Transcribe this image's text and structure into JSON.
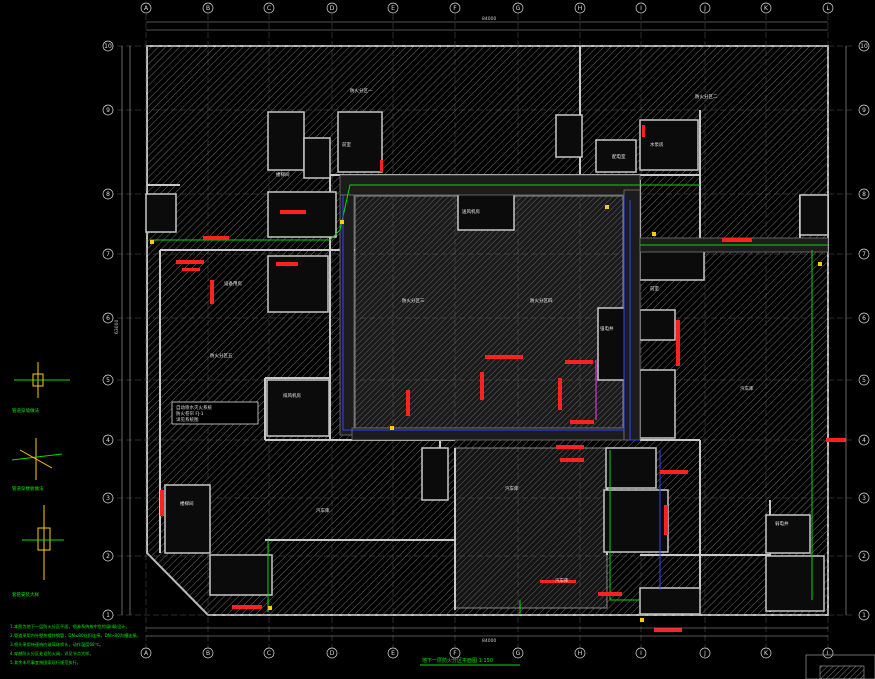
{
  "drawing": {
    "title": "地下一层防火分区平面图 1:150",
    "column_axes": [
      "A",
      "B",
      "C",
      "D",
      "E",
      "F",
      "G",
      "H",
      "I",
      "J",
      "K",
      "L"
    ],
    "row_axes": [
      "1",
      "2",
      "3",
      "4",
      "5",
      "6",
      "7",
      "8",
      "9",
      "10"
    ],
    "room_labels": [
      "防火分区一",
      "防火分区二",
      "防火分区三",
      "防火分区四",
      "防火分区五",
      "汽车库",
      "汽车库",
      "汽车库",
      "汽车库",
      "设备用房",
      "排风机房",
      "送风机房",
      "配电室",
      "水泵房",
      "楼梯间",
      "前室",
      "楼梯间",
      "前室",
      "强电井",
      "弱电井"
    ],
    "notes_box": [
      "自动喷水灭火系统",
      "防火卷帘 FJ-1",
      "详见系统图"
    ],
    "legend": {
      "detail1": "管道穿墙做法",
      "detail2": "管道穿楼板做法",
      "detail3": "套管安装大样",
      "general_notes": [
        "1.本图为地下一层防火分区平面，喷淋系统按中危险级II级设计。",
        "2.管道采用内外壁热镀锌钢管，DN≤80丝扣连接，DN>80沟槽连接。",
        "3.喷头采用快速响应玻璃球喷头，动作温度68℃。",
        "4.穿越防火分区处设防火阀，详见节点大样。",
        "5.其余未尽事宜按国家现行规范执行。"
      ]
    },
    "dims": {
      "overall_top": "84000",
      "overall_bottom": "84000",
      "left_total": "63000"
    }
  }
}
